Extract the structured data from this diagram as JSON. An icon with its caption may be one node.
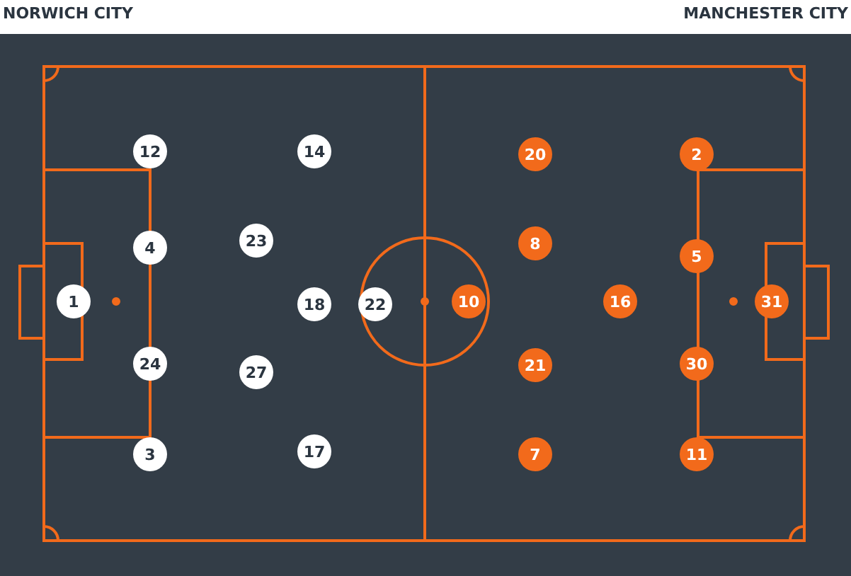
{
  "diagram": {
    "nodes": [
      {
        "text": [
          "1"
        ]
      },
      {
        "text": [
          "12"
        ]
      },
      {
        "text": [
          "4"
        ]
      },
      {
        "text": [
          "24"
        ]
      },
      {
        "text": [
          "3"
        ]
      },
      {
        "text": [
          "23"
        ]
      },
      {
        "text": [
          "27"
        ]
      },
      {
        "text": [
          "14"
        ]
      },
      {
        "text": [
          "18"
        ]
      },
      {
        "text": [
          "17"
        ]
      },
      {
        "text": [
          "22"
        ]
      },
      {
        "text": [
          "10"
        ]
      },
      {
        "text": [
          "20"
        ]
      },
      {
        "text": [
          "8"
        ]
      },
      {
        "text": [
          "21"
        ]
      },
      {
        "text": [
          "7"
        ]
      },
      {
        "text": [
          "16"
        ]
      },
      {
        "text": [
          "2"
        ]
      },
      {
        "text": [
          "5"
        ]
      },
      {
        "text": [
          "30"
        ]
      },
      {
        "text": [
          "11"
        ]
      },
      {
        "text": [
          "31"
        ]
      }
    ],
    "labels": [
      "NORWICH CITY",
      "MANCHESTER CITY"
    ]
  }
}
